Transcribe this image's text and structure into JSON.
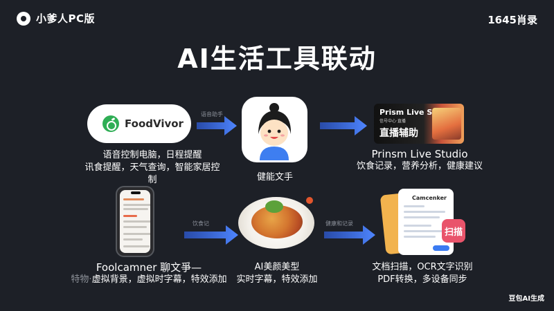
{
  "header": {
    "brand": "小爹人PC版",
    "corner": "1645肖录",
    "title": "AI生活工具联动"
  },
  "row1": {
    "app1": {
      "name": "FoodVivor",
      "caption_line1": "语音控制电脑，日程提醒",
      "caption_line2": "讯食提醒，天气查询，智能家居控制"
    },
    "arrow1_label": "语音助手",
    "assistant": {
      "caption": "健能文手"
    },
    "arrow2_label": "",
    "app3": {
      "card_title": "Prism Live Studio",
      "card_sub": "信号中心·直播",
      "card_big": "直播辅助",
      "caption_title": "Prinsm Live Studio",
      "caption_line": "饮食记录，营养分析，健康建议"
    }
  },
  "row2": {
    "app1": {
      "caption_title": "Foolcamner 聊文爭—",
      "caption_prefix": "特物·",
      "caption_line": "虚拟背景，虚拟时字幕，特效添加"
    },
    "arrow1_label": "饮食记",
    "food": {
      "caption_title": "AI美颜美型",
      "caption_line": "实时字幕，特效添加"
    },
    "arrow2_label": "健康和记录",
    "docs": {
      "card_title": "Camcenker",
      "badge": "扫描",
      "caption_line1": "文档扫描，OCR文字识别",
      "caption_line2": "PDF转换，多设备同步"
    }
  },
  "footer": {
    "watermark": "豆包AI生成"
  },
  "colors": {
    "background": "#1d2027",
    "arrow_start": "#2f5fe0",
    "arrow_end": "#4f86ff",
    "accent_green": "#2fae55"
  }
}
